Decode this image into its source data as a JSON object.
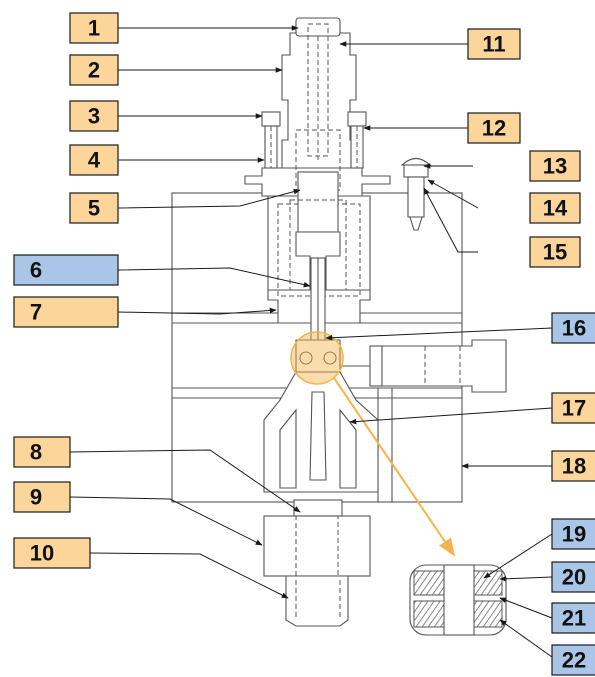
{
  "colors": {
    "label_orange": "#fcd59a",
    "label_blue": "#a9c6e8",
    "highlight": "#f5b44a",
    "outline": "#555555"
  },
  "labels": [
    {
      "id": "1",
      "text": "1",
      "color": "orange"
    },
    {
      "id": "2",
      "text": "2",
      "color": "orange"
    },
    {
      "id": "3",
      "text": "3",
      "color": "orange"
    },
    {
      "id": "4",
      "text": "4",
      "color": "orange"
    },
    {
      "id": "5",
      "text": "5",
      "color": "orange"
    },
    {
      "id": "6",
      "text": "6",
      "color": "blue"
    },
    {
      "id": "7",
      "text": "7",
      "color": "orange"
    },
    {
      "id": "8",
      "text": "8",
      "color": "orange"
    },
    {
      "id": "9",
      "text": "9",
      "color": "orange"
    },
    {
      "id": "10",
      "text": "10",
      "color": "orange"
    },
    {
      "id": "11",
      "text": "11",
      "color": "orange"
    },
    {
      "id": "12",
      "text": "12",
      "color": "orange"
    },
    {
      "id": "13",
      "text": "13",
      "color": "orange"
    },
    {
      "id": "14",
      "text": "14",
      "color": "orange"
    },
    {
      "id": "15",
      "text": "15",
      "color": "orange"
    },
    {
      "id": "16",
      "text": "16",
      "color": "blue"
    },
    {
      "id": "17",
      "text": "17",
      "color": "orange"
    },
    {
      "id": "18",
      "text": "18",
      "color": "orange"
    },
    {
      "id": "19",
      "text": "19",
      "color": "blue"
    },
    {
      "id": "20",
      "text": "20",
      "color": "blue"
    },
    {
      "id": "21",
      "text": "21",
      "color": "blue"
    },
    {
      "id": "22",
      "text": "22",
      "color": "blue"
    }
  ]
}
